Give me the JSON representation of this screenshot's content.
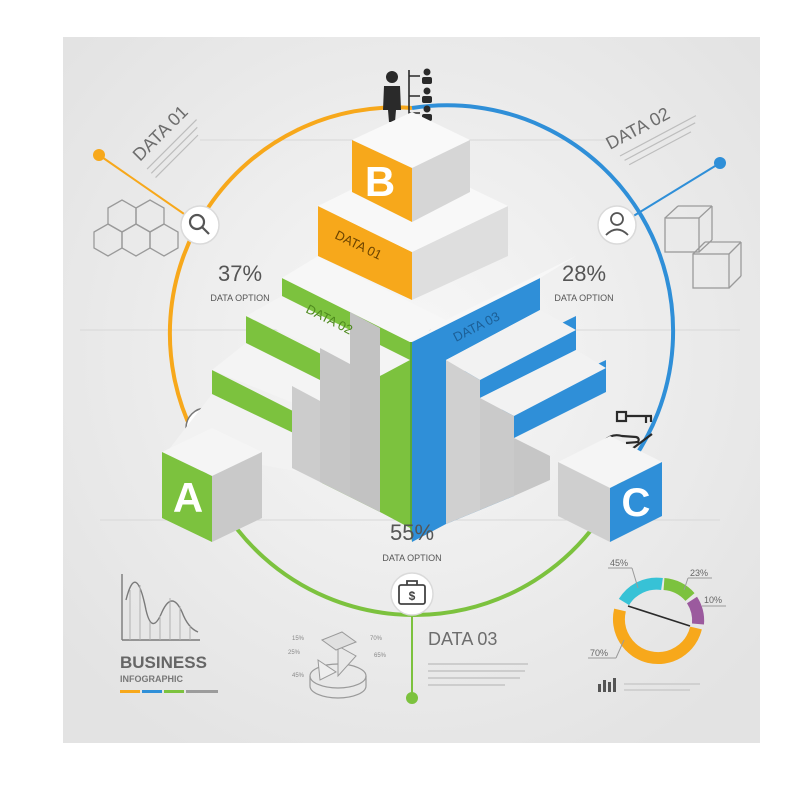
{
  "colors": {
    "orange": "#f7a81b",
    "blue": "#2f8fd8",
    "green": "#7cc23e",
    "gray_text": "#6d6d6d",
    "panel_bg": "#ececec",
    "cube_face": "#f3f3f3",
    "cube_side": "#cfcfcf",
    "cyan": "#37c2d6",
    "purple": "#9b5a9e"
  },
  "cubes": {
    "a": "A",
    "b": "B",
    "c": "C"
  },
  "data_labels": {
    "top_left": "DATA 01",
    "top_right": "DATA 02",
    "bottom": "DATA 03",
    "step_b": "DATA 01",
    "step_green": "DATA 02",
    "step_blue": "DATA 03"
  },
  "options": [
    {
      "percent": "37%",
      "label": "DATA OPTION"
    },
    {
      "percent": "28%",
      "label": "DATA OPTION"
    },
    {
      "percent": "55%",
      "label": "DATA OPTION"
    }
  ],
  "business": {
    "title": "BUSINESS",
    "subtitle": "INFOGRAPHIC"
  },
  "ring_chart": {
    "labels": [
      "45%",
      "23%",
      "10%",
      "70%"
    ]
  },
  "mini_pie": {
    "labels": [
      "15%",
      "70%",
      "25%",
      "65%",
      "45%"
    ]
  },
  "icons": {
    "top": "people-hierarchy-icon",
    "left_top": "search-icon",
    "right_top": "user-icon",
    "left_bottom": "clock-icon",
    "right_bottom": "key-hand-icon",
    "bottom": "dollar-briefcase-icon"
  }
}
